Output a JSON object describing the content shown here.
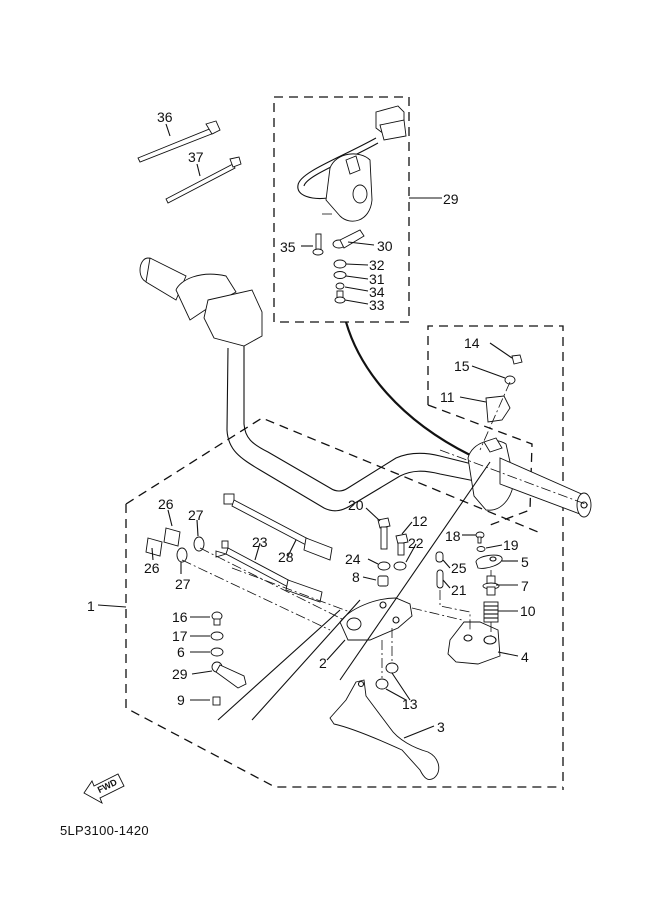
{
  "diagram": {
    "title": "Handle switch & clutch lever assembly",
    "drawing_code": "5LP3100-1420",
    "fwd_label": "FWD",
    "callouts": {
      "p1": "1",
      "p2": "2",
      "p3": "3",
      "p4": "4",
      "p5": "5",
      "p6": "6",
      "p7": "7",
      "p8": "8",
      "p9": "9",
      "p10": "10",
      "p11": "11",
      "p12": "12",
      "p13": "13",
      "p14": "14",
      "p15": "15",
      "p16": "16",
      "p17": "17",
      "p18": "18",
      "p19": "19",
      "p20": "20",
      "p21": "21",
      "p22": "22",
      "p23": "23",
      "p24": "24",
      "p25": "25",
      "p26a": "26",
      "p26b": "26",
      "p27a": "27",
      "p27b": "27",
      "p28": "28",
      "p29a": "29",
      "p29b": "29",
      "p30": "30",
      "p31": "31",
      "p32": "32",
      "p33": "33",
      "p34": "34",
      "p35": "35",
      "p36": "36",
      "p37": "37"
    }
  }
}
